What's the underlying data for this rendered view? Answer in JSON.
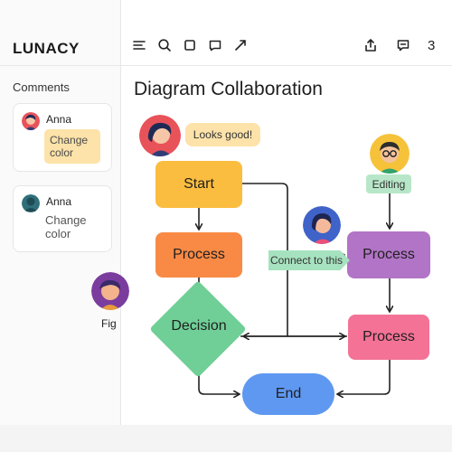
{
  "app": {
    "name": "LUNACY",
    "page_title": "Diagram Collaboration"
  },
  "toolbar": {
    "icons": [
      "menu-icon",
      "search-icon",
      "square-icon",
      "comment-shape-icon",
      "arrow-icon",
      "share-icon",
      "chat-icon"
    ],
    "collaborator_count": "3"
  },
  "sidebar": {
    "title": "Comments",
    "comments": [
      {
        "author": "Anna",
        "text": "Change color",
        "highlighted": true
      },
      {
        "author": "Anna",
        "text": "Change color",
        "highlighted": false
      }
    ],
    "floating_user_label": "Fig"
  },
  "diagram": {
    "nodes": {
      "start": "Start",
      "process_1": "Process",
      "decision": "Decision",
      "process_2": "Process",
      "process_3": "Process",
      "end": "End"
    },
    "annotations": {
      "looks_good": "Looks good!",
      "editing": "Editing",
      "connect": "Connect to this"
    }
  },
  "colors": {
    "start": "#fbbd3f",
    "process_1": "#f88a45",
    "decision": "#6fcf97",
    "process_2": "#b274c6",
    "process_3": "#f47296",
    "end": "#5f98f1",
    "note": "#fde2a9"
  }
}
